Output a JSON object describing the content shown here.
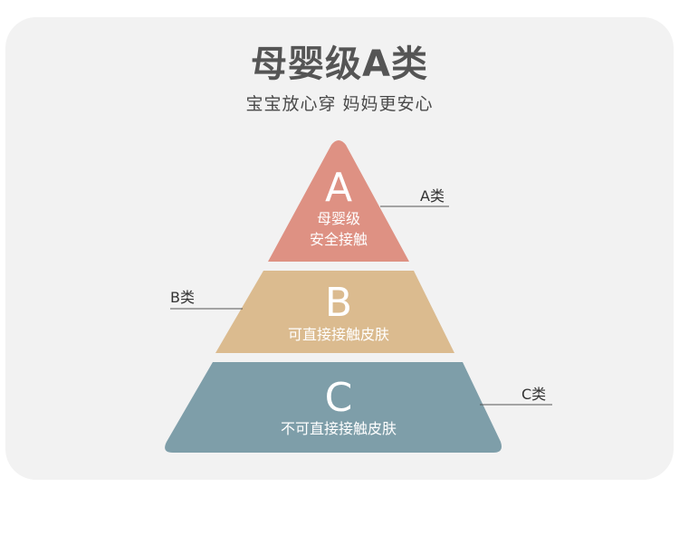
{
  "title": "母婴级A类",
  "subtitle": "宝宝放心穿 妈妈更安心",
  "tiers": [
    {
      "letter": "A",
      "desc_line1": "母婴级",
      "desc_line2": "安全接触",
      "side_label": "A类",
      "color": "#de9183"
    },
    {
      "letter": "B",
      "desc_line1": "可直接接触皮肤",
      "side_label": "B类",
      "color": "#dbbb8f"
    },
    {
      "letter": "C",
      "desc_line1": "不可直接接触皮肤",
      "side_label": "C类",
      "color": "#7e9ea9"
    }
  ],
  "colors": {
    "card_background": "#f2f2f2",
    "title_text": "#555555",
    "tier_text": "#ffffff"
  }
}
